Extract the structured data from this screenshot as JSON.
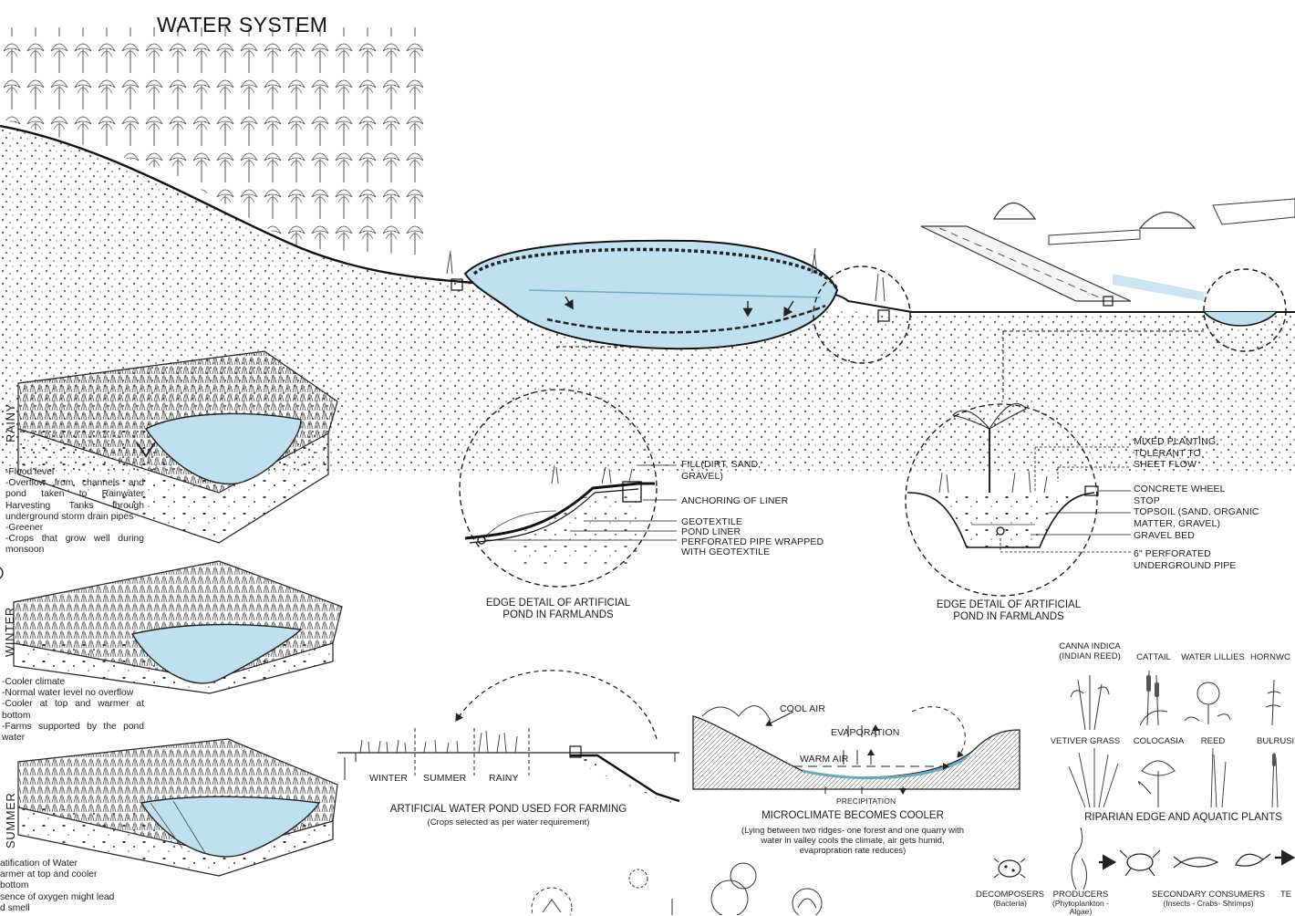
{
  "title": "WATER SYSTEM",
  "seasons": {
    "rainy": {
      "label": "RAINY",
      "notes": [
        "-Flood level",
        "-Overflow from channels and pond taken to Rainwater Harvesting Tanks through underground storm drain pipes",
        "-Greener",
        "-Crops that grow well during monsoon"
      ]
    },
    "winter": {
      "label": "WINTER",
      "notes": [
        "-Cooler climate",
        "-Normal water level no overflow",
        "-Cooler at top and warmer at bottom",
        "-Farms supported by the pond water"
      ]
    },
    "summer": {
      "label": "SUMMER",
      "notes": [
        "atification of Water",
        "armer at top and cooler",
        "bottom",
        "sence of oxygen might lead",
        "d smell"
      ]
    }
  },
  "edge_detail_left": {
    "caption_line1": "EDGE DETAIL OF ARTIFICIAL",
    "caption_line2": "POND IN FARMLANDS",
    "labels": {
      "fill": "FILL(DIRT, SAND, GRAVEL)",
      "anchoring": "ANCHORING OF LINER",
      "geotextile": "GEOTEXTILE",
      "pond_liner": "POND LINER",
      "pipe_line1": "PERFORATED PIPE WRAPPED",
      "pipe_line2": "WITH GEOTEXTILE"
    }
  },
  "edge_detail_right": {
    "caption_line1": "EDGE DETAIL OF ARTIFICIAL",
    "caption_line2": "POND IN FARMLANDS",
    "labels": {
      "mixed_line1": "MIXED PLANTING",
      "mixed_line2": "TOLERANT TO",
      "mixed_line3": "SHEET FLOW",
      "wheel_line1": "CONCRETE WHEEL",
      "wheel_line2": "STOP",
      "topsoil_line1": "TOPSOIL (SAND, ORGANIC",
      "topsoil_line2": "MATTER, GRAVEL)",
      "gravel": "GRAVEL BED",
      "pipe_line1": "6\" PERFORATED",
      "pipe_line2": "UNDERGROUND PIPE"
    }
  },
  "farming_pond": {
    "crops": [
      "WINTER",
      "SUMMER",
      "RAINY"
    ],
    "caption": "ARTIFICIAL WATER POND USED FOR FARMING",
    "subcaption": "(Crops selected as per water requirement)"
  },
  "microclimate": {
    "labels": {
      "cool_air": "COOL AIR",
      "evaporation": "EVAPORATION",
      "warm_air": "WARM AIR",
      "precipitation": "PRECIPITATION"
    },
    "caption": "MICROCLIMATE BECOMES COOLER",
    "sub_line1": "(Lying between two ridges- one forest and one quarry with",
    "sub_line2": "water in valley cools the climate, air gets humid,",
    "sub_line3": "evapropration rate reduces)"
  },
  "plants": {
    "row1": [
      {
        "name_line1": "CANNA INDICA",
        "name_line2": "(INDIAN REED)"
      },
      {
        "name_line1": "CATTAIL",
        "name_line2": ""
      },
      {
        "name_line1": "WATER LILLIES",
        "name_line2": ""
      },
      {
        "name_line1": "HORNWC",
        "name_line2": ""
      }
    ],
    "row2": [
      "VETIVER GRASS",
      "COLOCASIA",
      "REED",
      "BULRUSI"
    ],
    "caption": "RIPARIAN EDGE AND AQUATIC PLANTS"
  },
  "food_chain": {
    "decomposers": "DECOMPOSERS",
    "decomposers_sub": "(Bacteria)",
    "producers": "PRODUCERS",
    "producers_sub_line1": "(Phytoplankton -",
    "producers_sub_line2": "Algae)",
    "secondary": "SECONDARY CONSUMERS",
    "secondary_sub": "(Insects - Crabs- Shrimps)",
    "tertiary": "TE"
  },
  "colors": {
    "water": "#bfe0ee",
    "water_dark": "#8fc4dc",
    "ink": "#1a1a1a"
  }
}
